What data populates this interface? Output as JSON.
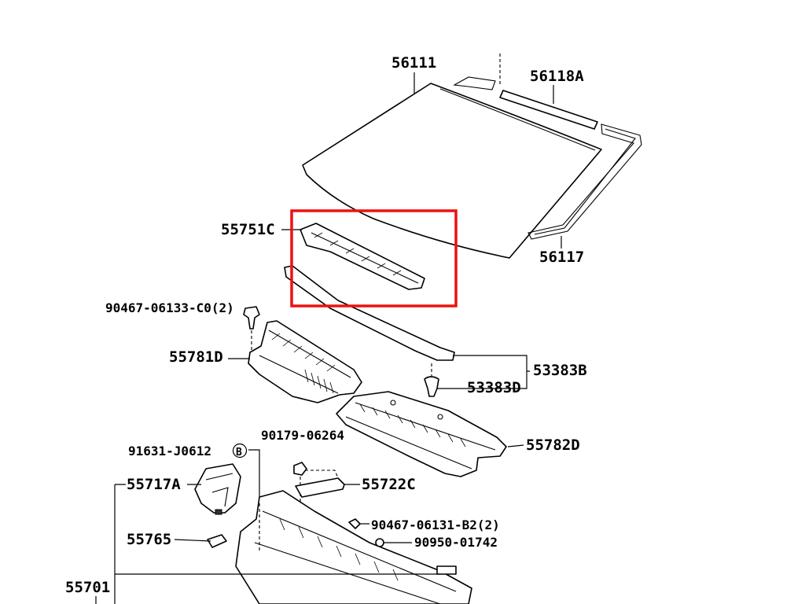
{
  "colors": {
    "highlight_box": "#ee1111",
    "line": "#000000",
    "background": "#ffffff"
  },
  "labels": {
    "windshield_glass": "56111",
    "dam_upper": "56118A",
    "dam_lower": "56117",
    "cowl_seal_upper": "55751C",
    "clip_a": "90467-06133-C0(2)",
    "cowl_louver_left": "55781D",
    "seal_main": "53383B",
    "seal_clip": "53383D",
    "cowl_louver_right": "55782D",
    "bolt_b": "91631-J0612",
    "bolt_b_marker": "B",
    "nut_a": "90179-06264",
    "bracket_a": "55722C",
    "bracket_b": "55717A",
    "clip_b": "90467-06131-B2(2)",
    "grommet": "90950-01742",
    "seal_small": "55765",
    "cowl_panel": "55701"
  }
}
